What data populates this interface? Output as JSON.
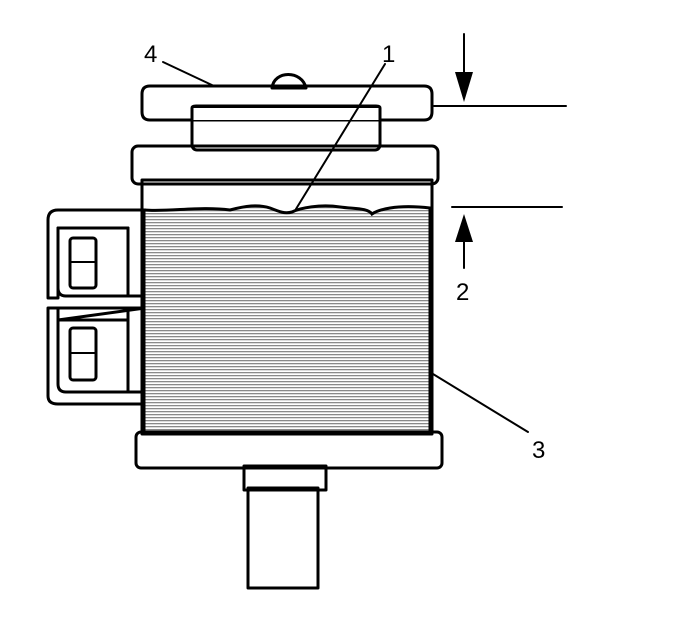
{
  "callouts": [
    {
      "id": "1",
      "label": "1"
    },
    {
      "id": "2",
      "label": "2"
    },
    {
      "id": "3",
      "label": "3"
    },
    {
      "id": "4",
      "label": "4"
    }
  ],
  "colors": {
    "line": "#000000",
    "fill_pattern": "#9a9a9a",
    "background": "#ffffff"
  }
}
